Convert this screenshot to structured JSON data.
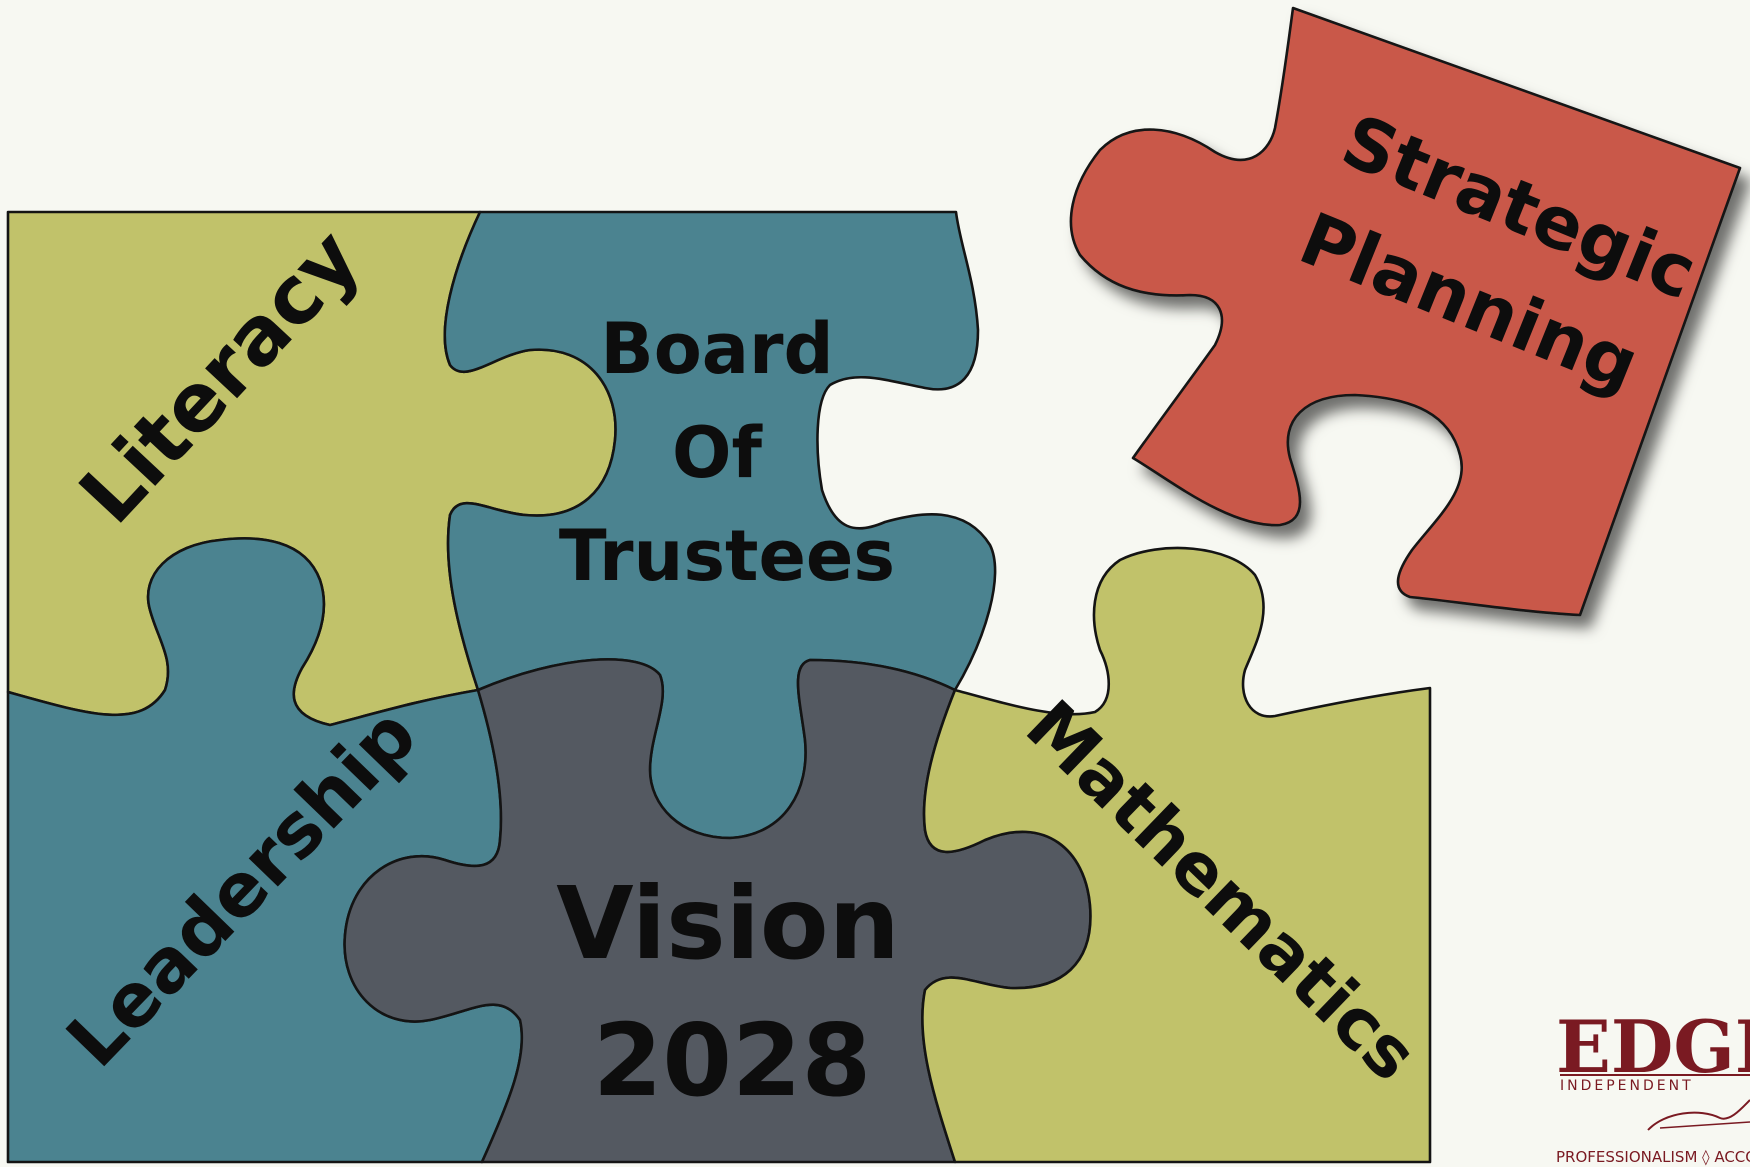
{
  "pieces": {
    "literacy": {
      "label": "Literacy"
    },
    "board": {
      "line1": "Board",
      "line2": "Of",
      "line3": "Trustees"
    },
    "leadership": {
      "label": "Leadership"
    },
    "vision": {
      "line1": "Vision",
      "line2": "2028"
    },
    "mathematics": {
      "label": "Mathematics"
    },
    "strategic": {
      "line1": "Strategic",
      "line2": "Planning"
    }
  },
  "logo": {
    "wordmark": "EDGE",
    "subtitle": "INDEPENDENT",
    "tagline": "PROFESSIONALISM ◊ ACCO"
  },
  "colors": {
    "olive": "#c1c26a",
    "teal": "#4b8390",
    "slate": "#545961",
    "red": "#c9594a",
    "logo": "#7a1a22"
  }
}
